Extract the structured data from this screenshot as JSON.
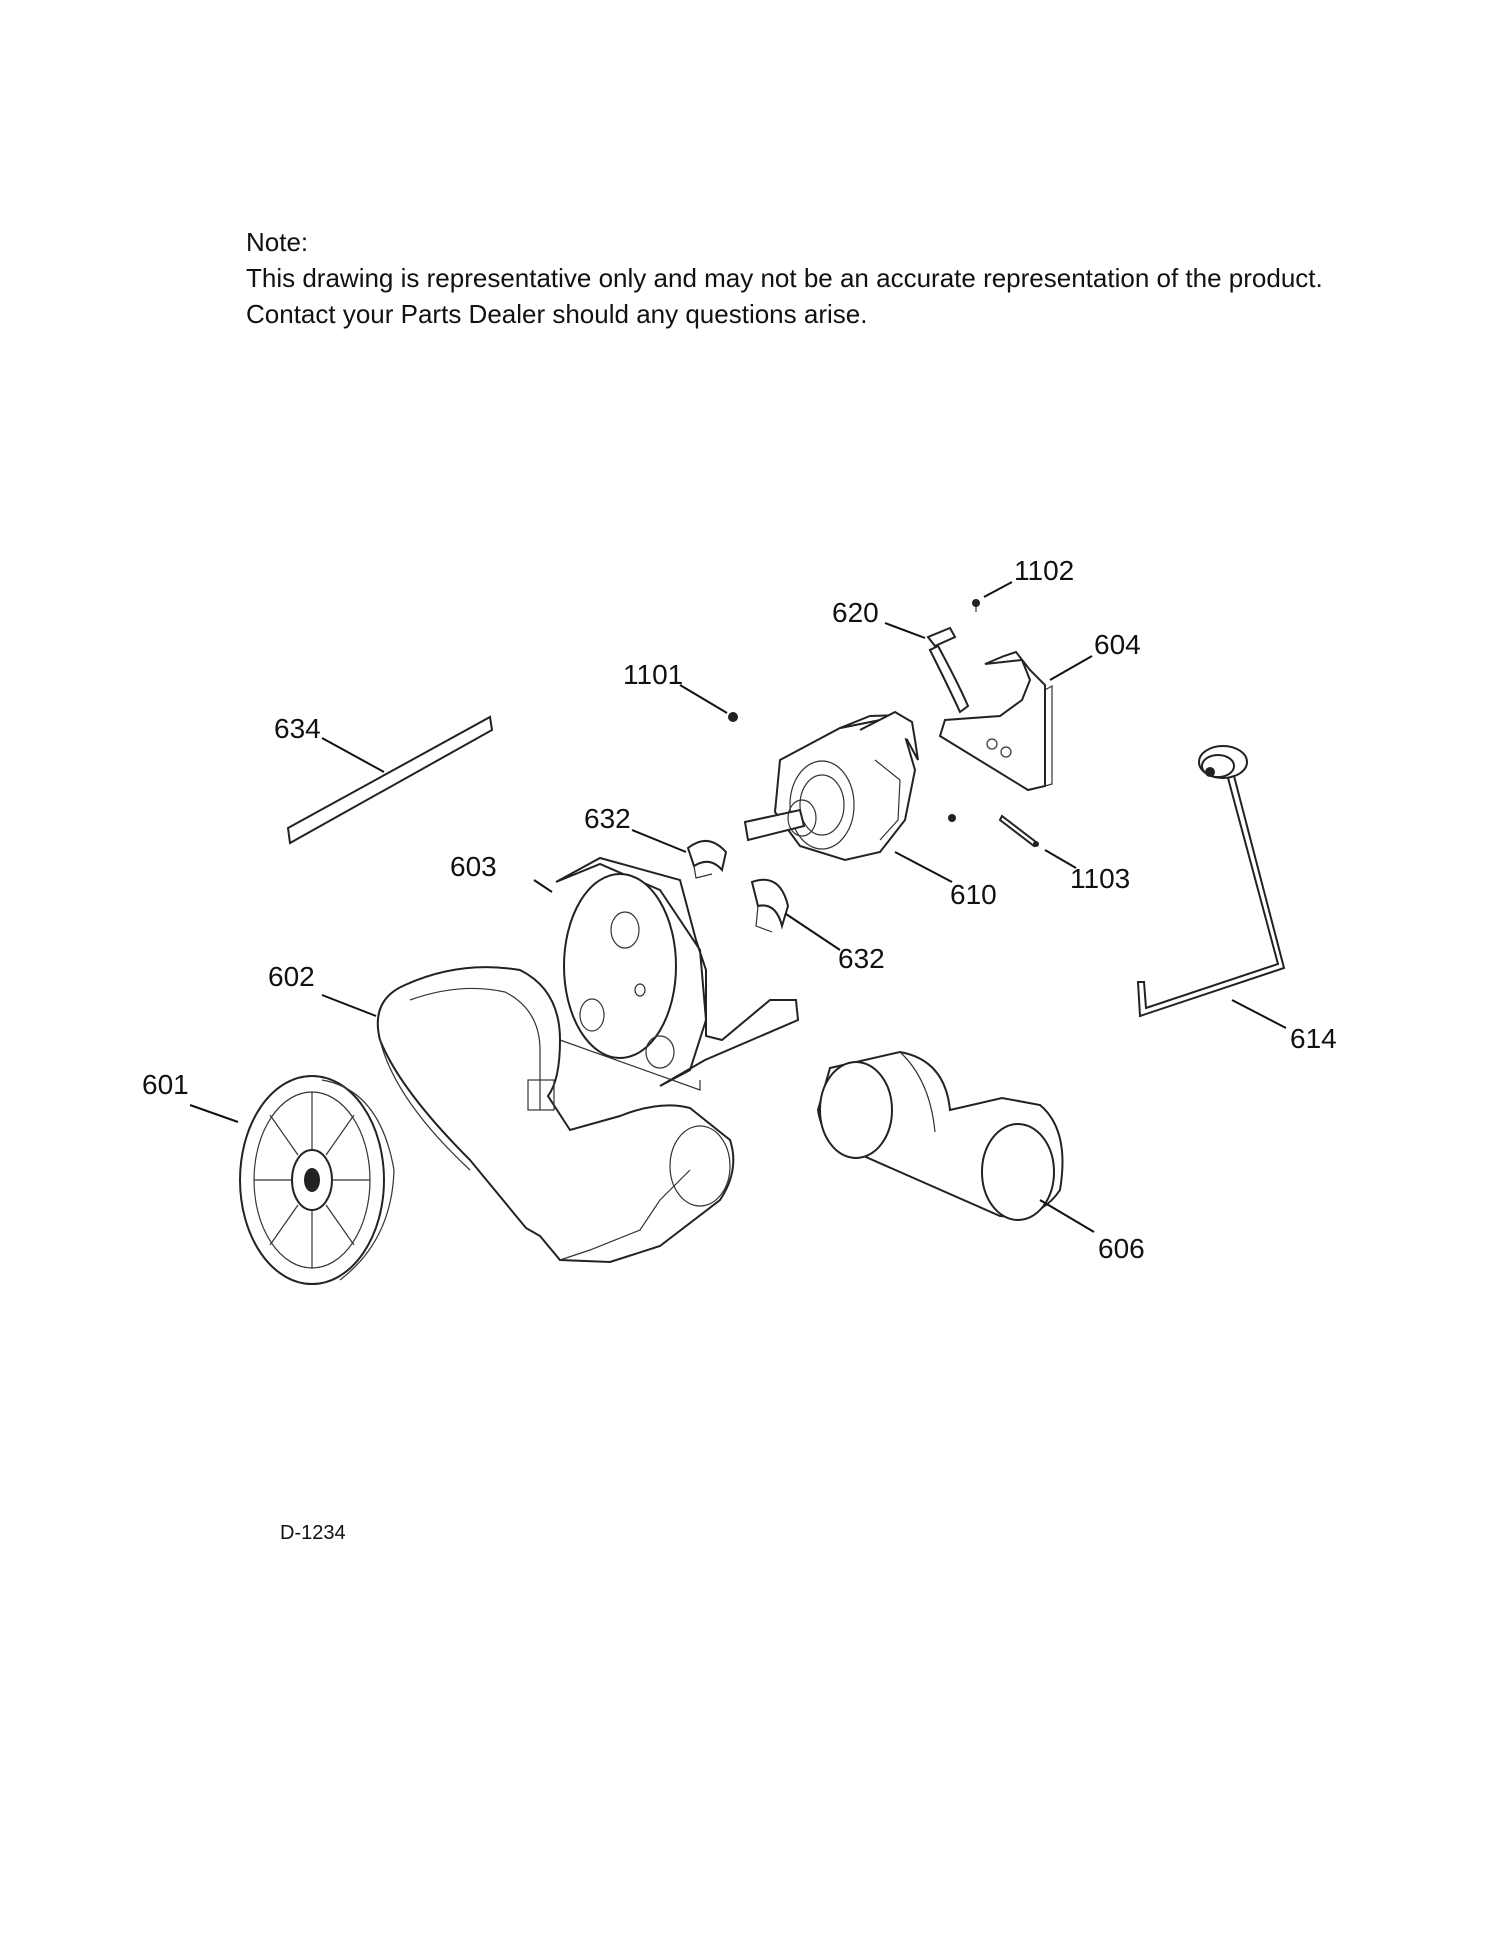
{
  "note": {
    "heading": "Note:",
    "line1": "This drawing is representative only and may not be an accurate representation of the product.",
    "line2": "Contact your Parts Dealer should any questions arise."
  },
  "callouts": {
    "c1102": "1102",
    "c620": "620",
    "c604": "604",
    "c1101": "1101",
    "c634": "634",
    "c632a": "632",
    "c603": "603",
    "c610": "610",
    "c1103": "1103",
    "c632b": "632",
    "c602": "602",
    "c614": "614",
    "c601": "601",
    "c606": "606"
  },
  "drawing_code": "D-1234"
}
